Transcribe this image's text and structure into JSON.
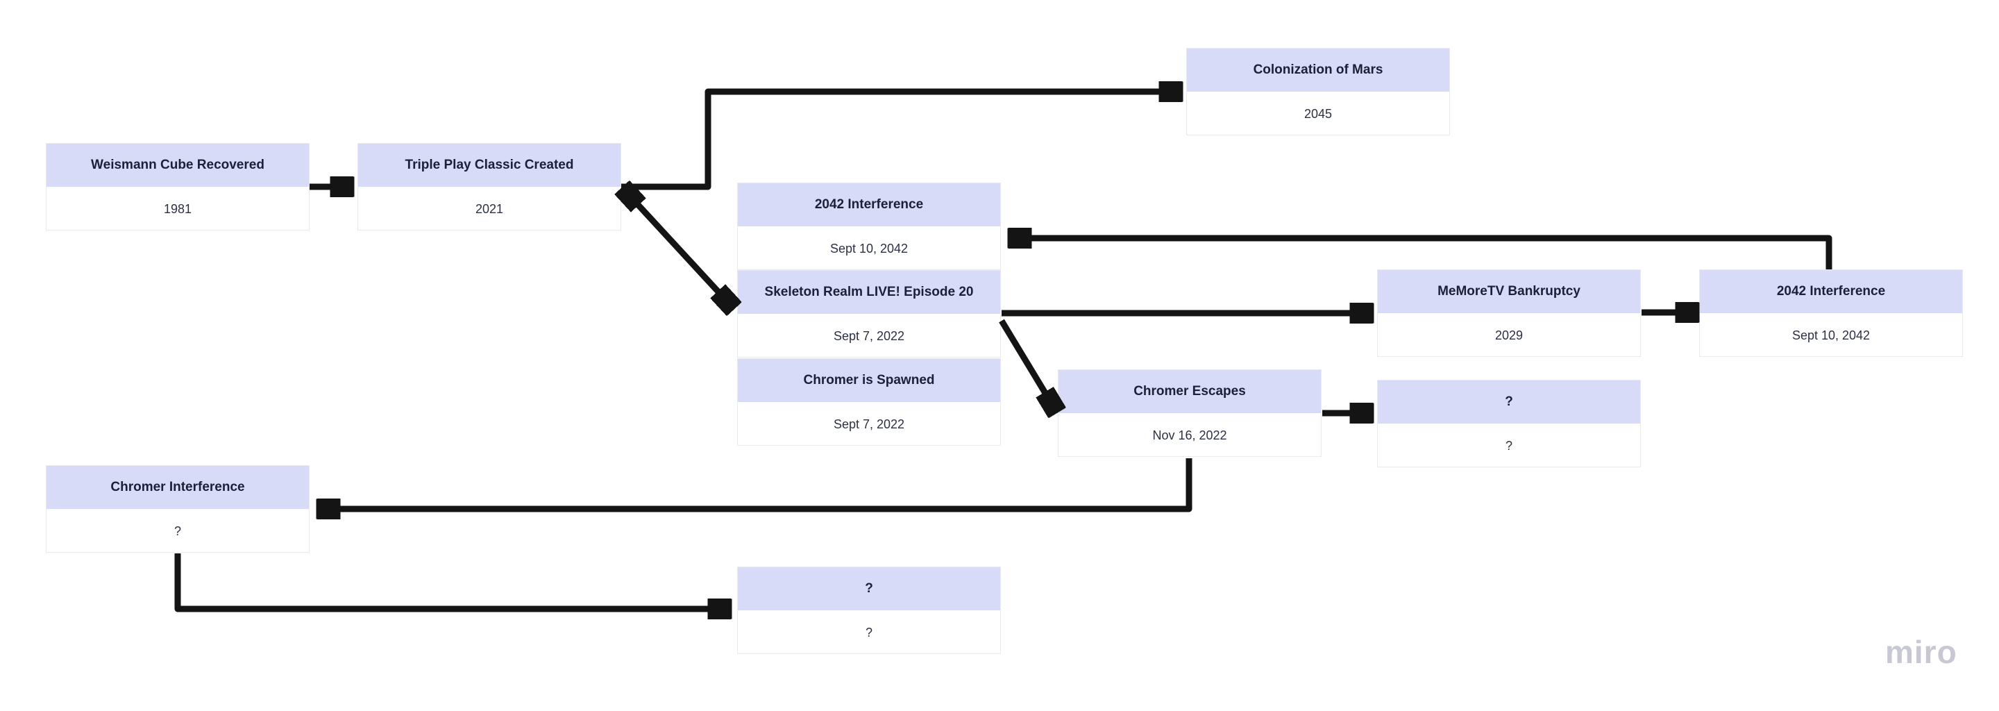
{
  "board": {
    "watermark": "miro"
  },
  "colors": {
    "node_header_bg": "#d8dbf7",
    "node_body_bg": "#ffffff",
    "node_border": "#e9e9f0",
    "node_title_text": "#1a2038",
    "node_value_text": "#2c3044",
    "connector": "#141414",
    "watermark": "#c8c8d5",
    "canvas_bg": "#ffffff"
  },
  "nodes": [
    {
      "title": "Weismann Cube Recovered",
      "value": "1981"
    },
    {
      "title": "Triple Play Classic Created",
      "value": "2021"
    },
    {
      "title": "Colonization of Mars",
      "value": "2045"
    },
    {
      "title": "2042 Interference",
      "value": "Sept 10, 2042"
    },
    {
      "title": "Skeleton Realm LIVE! Episode 20",
      "value": "Sept 7, 2022"
    },
    {
      "title": "Chromer is Spawned",
      "value": "Sept 7, 2022"
    },
    {
      "title": "Chromer Escapes",
      "value": "Nov 16, 2022"
    },
    {
      "title": "MeMoreTV Bankruptcy",
      "value": "2029"
    },
    {
      "title": "2042 Interference",
      "value": "Sept 10, 2042"
    },
    {
      "title": "?",
      "value": "?"
    },
    {
      "title": "Chromer Interference",
      "value": "?"
    },
    {
      "title": "?",
      "value": "?"
    }
  ],
  "edges": [
    {
      "from": "Weismann Cube Recovered",
      "to": "Triple Play Classic Created",
      "style": "straight"
    },
    {
      "from": "Triple Play Classic Created",
      "to": "Colonization of Mars",
      "style": "elbow"
    },
    {
      "from": "Triple Play Classic Created",
      "to": "Skeleton Realm LIVE! Episode 20",
      "style": "diagonal",
      "bidirectional": true
    },
    {
      "from": "2042 Interference (right)",
      "to": "2042 Interference (middle)",
      "style": "elbow"
    },
    {
      "from": "Skeleton Realm LIVE! Episode 20",
      "to": "MeMoreTV Bankruptcy",
      "style": "straight"
    },
    {
      "from": "Skeleton Realm LIVE! Episode 20",
      "to": "Chromer Escapes",
      "style": "diagonal"
    },
    {
      "from": "MeMoreTV Bankruptcy",
      "to": "2042 Interference (right)",
      "style": "straight"
    },
    {
      "from": "Chromer Escapes",
      "to": "? (right)",
      "style": "straight"
    },
    {
      "from": "Chromer Escapes",
      "to": "Chromer Interference",
      "style": "elbow"
    },
    {
      "from": "Chromer Interference",
      "to": "? (bottom)",
      "style": "elbow"
    }
  ]
}
